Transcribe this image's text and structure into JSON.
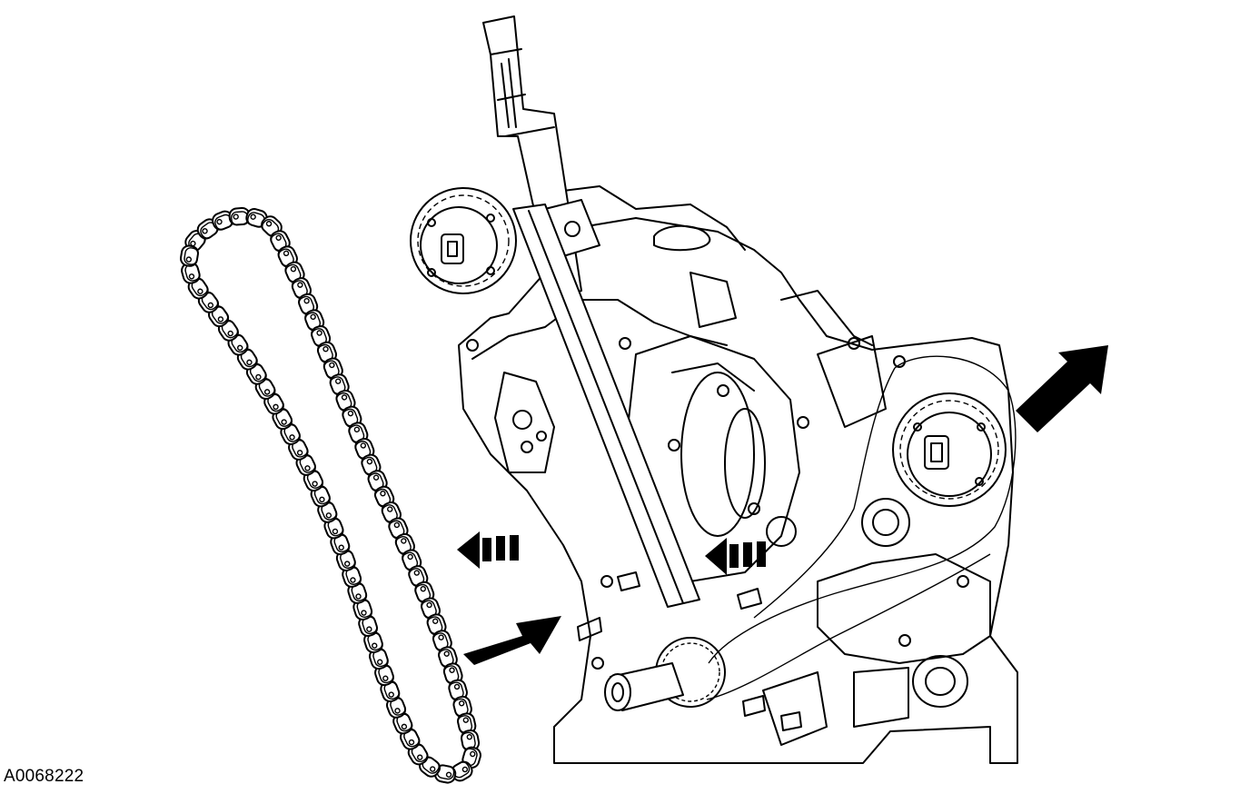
{
  "figure": {
    "reference_code": "A0068222",
    "icons": {
      "removal_arrow": "solid-arrow",
      "direction_arrow": "dashed-arrow"
    },
    "colors": {
      "line": "#000000",
      "background": "#ffffff"
    }
  }
}
